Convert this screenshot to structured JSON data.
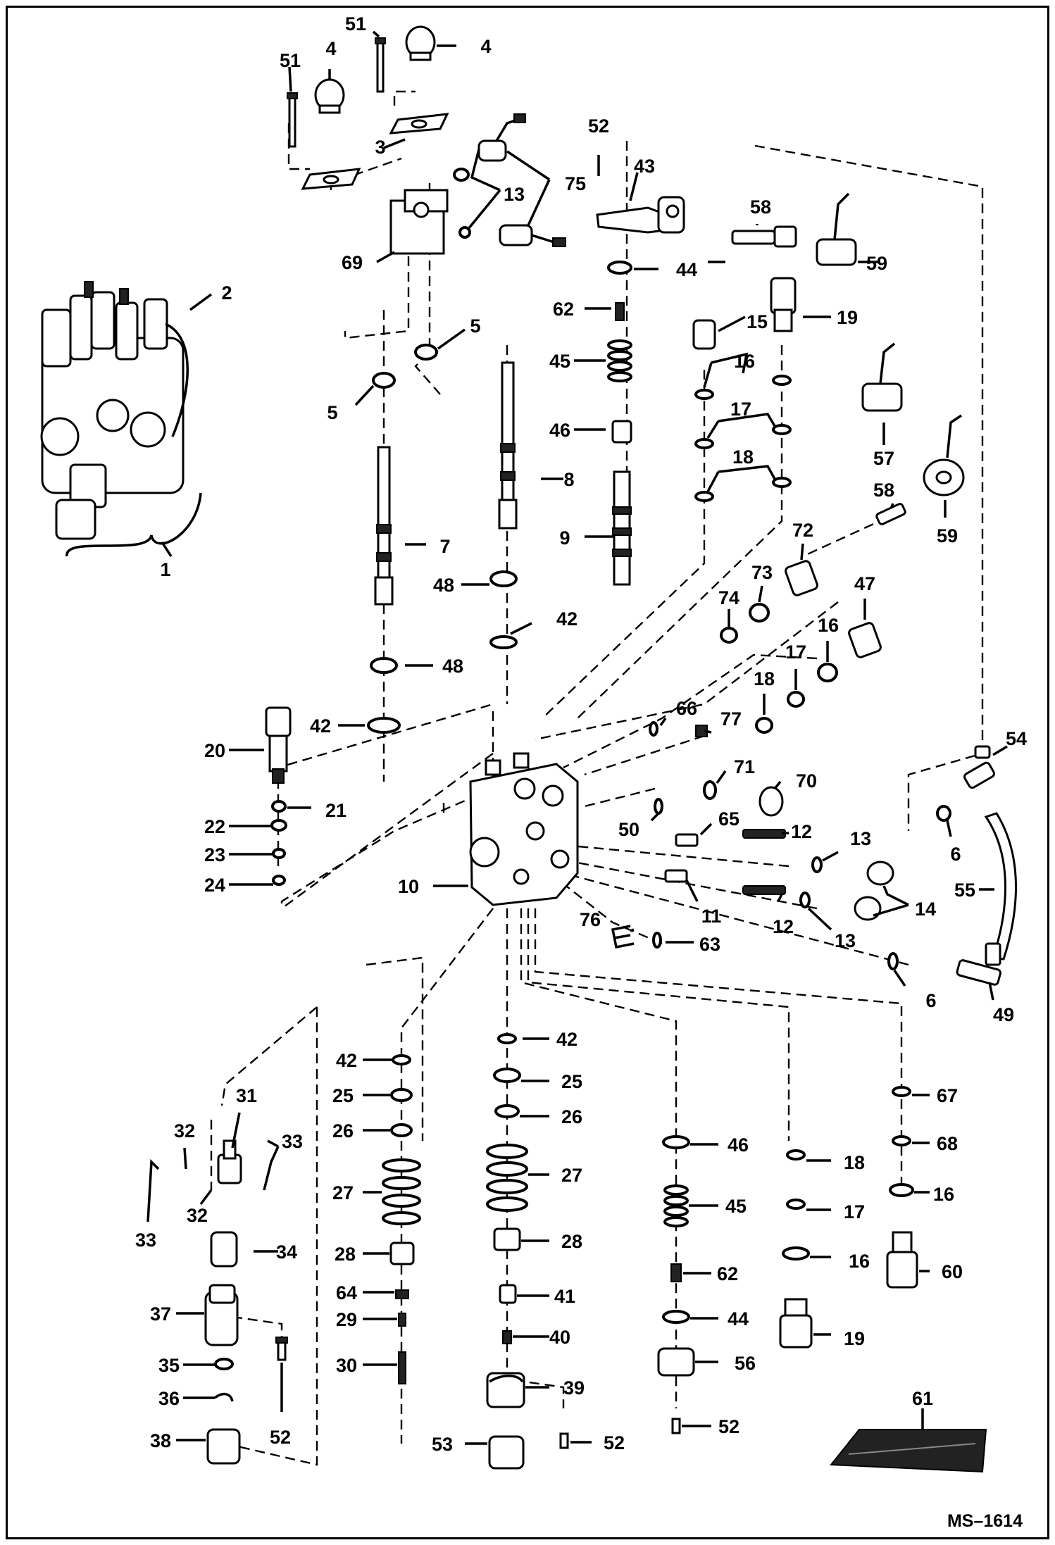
{
  "diagram": {
    "drawing_code": "MS–1614",
    "callouts": [
      "1",
      "2",
      "3",
      "4",
      "4",
      "5",
      "5",
      "6",
      "6",
      "7",
      "8",
      "9",
      "10",
      "11",
      "12",
      "12",
      "13",
      "13",
      "13",
      "14",
      "15",
      "16",
      "16",
      "16",
      "16",
      "17",
      "17",
      "17",
      "17",
      "18",
      "18",
      "18",
      "18",
      "19",
      "19",
      "20",
      "21",
      "22",
      "23",
      "24",
      "25",
      "25",
      "26",
      "26",
      "27",
      "27",
      "28",
      "28",
      "29",
      "30",
      "31",
      "32",
      "32",
      "33",
      "33",
      "34",
      "35",
      "36",
      "37",
      "38",
      "39",
      "40",
      "41",
      "42",
      "42",
      "42",
      "42",
      "43",
      "44",
      "44",
      "45",
      "45",
      "46",
      "46",
      "47",
      "48",
      "48",
      "49",
      "50",
      "51",
      "51",
      "52",
      "52",
      "52",
      "52",
      "53",
      "54",
      "55",
      "56",
      "57",
      "58",
      "58",
      "59",
      "59",
      "60",
      "61",
      "62",
      "62",
      "63",
      "64",
      "65",
      "66",
      "67",
      "68",
      "69",
      "70",
      "71",
      "72",
      "73",
      "74",
      "75",
      "76",
      "77"
    ]
  }
}
